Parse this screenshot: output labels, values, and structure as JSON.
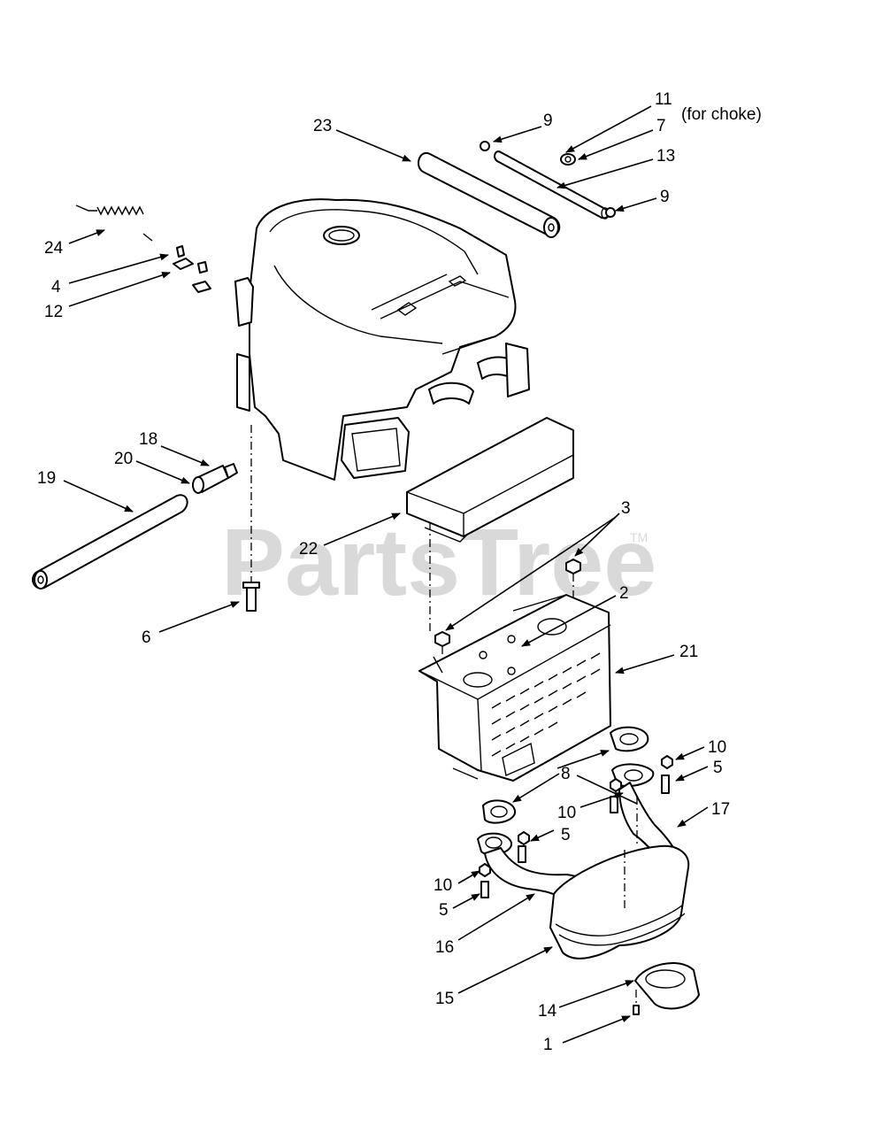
{
  "watermark": {
    "text": "PartsTree",
    "tm": "TM"
  },
  "note": "(for choke)",
  "callouts": [
    {
      "id": "c23",
      "label": "23"
    },
    {
      "id": "c9a",
      "label": "9"
    },
    {
      "id": "c11",
      "label": "11"
    },
    {
      "id": "c7",
      "label": "7"
    },
    {
      "id": "c13",
      "label": "13"
    },
    {
      "id": "c9b",
      "label": "9"
    },
    {
      "id": "c24",
      "label": "24"
    },
    {
      "id": "c4",
      "label": "4"
    },
    {
      "id": "c12",
      "label": "12"
    },
    {
      "id": "c18",
      "label": "18"
    },
    {
      "id": "c20",
      "label": "20"
    },
    {
      "id": "c19",
      "label": "19"
    },
    {
      "id": "c22",
      "label": "22"
    },
    {
      "id": "c3",
      "label": "3"
    },
    {
      "id": "c2",
      "label": "2"
    },
    {
      "id": "c6",
      "label": "6"
    },
    {
      "id": "c21",
      "label": "21"
    },
    {
      "id": "c10a",
      "label": "10"
    },
    {
      "id": "c5a",
      "label": "5"
    },
    {
      "id": "c8",
      "label": "8"
    },
    {
      "id": "c17",
      "label": "17"
    },
    {
      "id": "c10b",
      "label": "10"
    },
    {
      "id": "c5b",
      "label": "5"
    },
    {
      "id": "c10c",
      "label": "10"
    },
    {
      "id": "c5c",
      "label": "5"
    },
    {
      "id": "c16",
      "label": "16"
    },
    {
      "id": "c15",
      "label": "15"
    },
    {
      "id": "c14",
      "label": "14"
    },
    {
      "id": "c1",
      "label": "1"
    }
  ]
}
